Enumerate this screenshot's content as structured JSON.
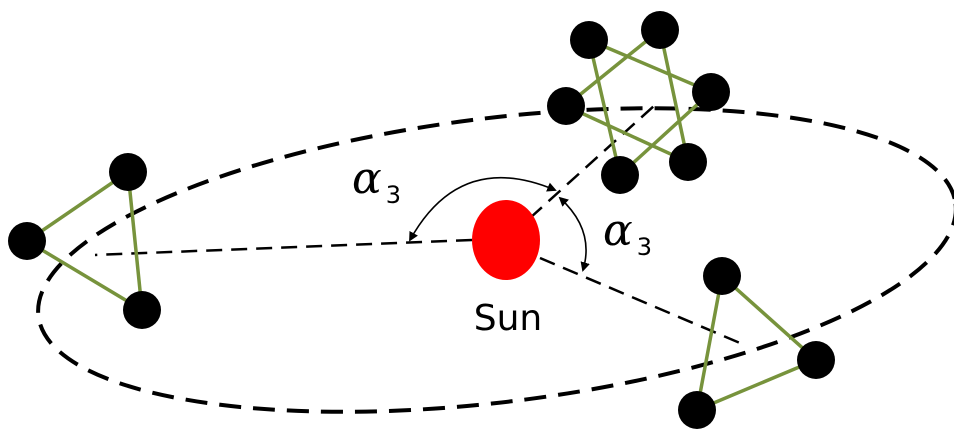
{
  "sun": {
    "label": "Sun",
    "color": "#ff0000"
  },
  "angles": [
    {
      "symbol": "α",
      "subscript": "3"
    },
    {
      "symbol": "α",
      "subscript": "3"
    }
  ],
  "colors": {
    "orbit": "#000000",
    "formation_edges": "#77933c",
    "spacecraft": "#000000",
    "background": "#ffffff"
  },
  "formations": [
    {
      "shape": "triangle",
      "spacecraft_count": 3
    },
    {
      "shape": "hexagram",
      "spacecraft_count": 6
    },
    {
      "shape": "triangle",
      "spacecraft_count": 3
    }
  ]
}
